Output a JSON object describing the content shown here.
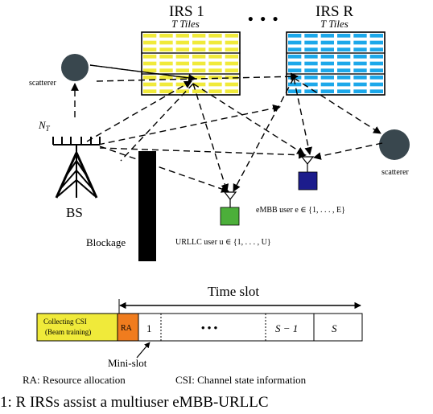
{
  "irs": [
    {
      "label": "IRS 1",
      "tiles_label": "T Tiles",
      "color": "#f0ea3a"
    },
    {
      "label": "IRS R",
      "tiles_label": "T Tiles",
      "color": "#1ca8ea"
    }
  ],
  "irs_ellipsis": "• • •",
  "scatterer_left": "scatterer",
  "scatterer_right": "scatterer",
  "antenna_label": "N_T",
  "bs_label": "BS",
  "blockage_label": "Blockage",
  "embb_user": "eMBB user e ∈ {1, . . . , E}",
  "urllc_user": "URLLC user u ∈ {1, . . . , U}",
  "timeline": {
    "title": "Time slot",
    "csi_block_line1": "Collecting CSI",
    "csi_block_line2": "(Beam training)",
    "ra_label": "RA",
    "slot_1": "1",
    "slot_dots": "• • •",
    "slot_s_minus_1": "S − 1",
    "slot_s": "S",
    "minislot_label": "Mini-slot"
  },
  "legend": {
    "ra": "RA: Resource allocation",
    "csi": "CSI: Channel state information"
  },
  "caption_fragment": "1:  R IRSs  assist  a  multiuser  eMBB-URLLC",
  "colors": {
    "irs1": "#f0ea3a",
    "irsR": "#1ca8ea",
    "scatterer": "#39474e",
    "urllc_box": "#4caf3a",
    "embb_box": "#1c1c8c",
    "blockage": "#000000",
    "csi_block": "#f0ea3a",
    "ra_block": "#f07c1e"
  }
}
